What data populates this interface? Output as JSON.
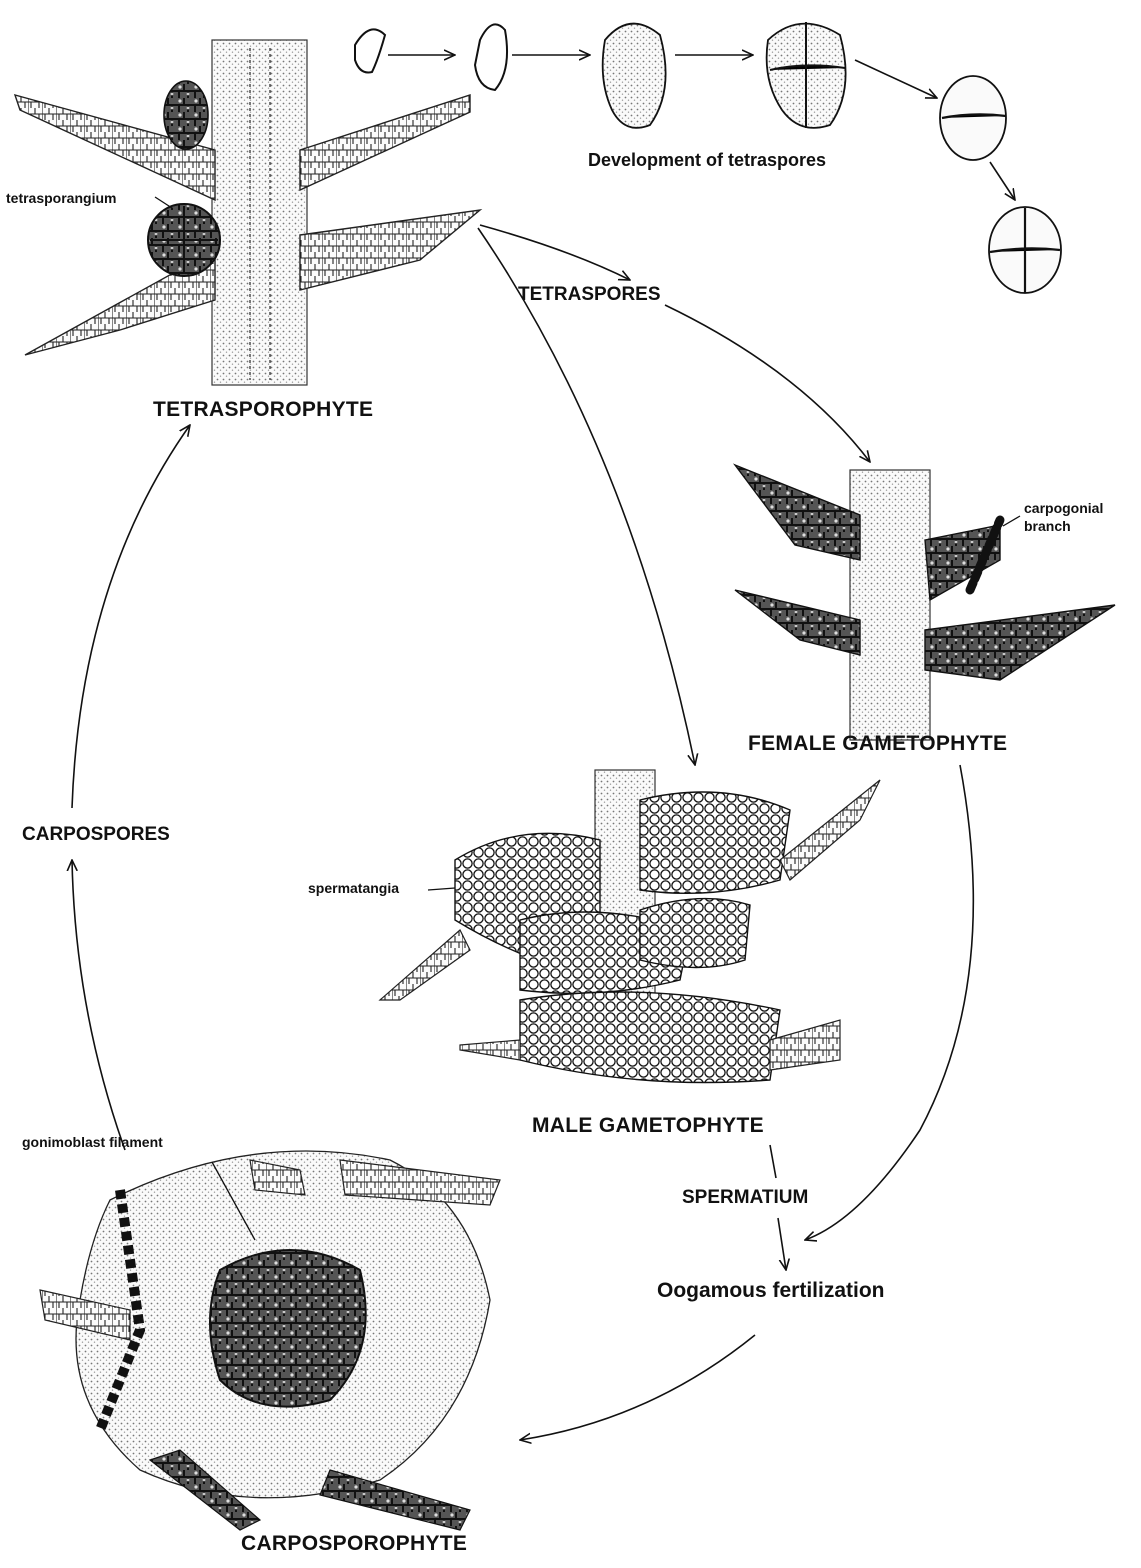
{
  "labels": {
    "tetrasporophyte": "TETRASPOROPHYTE",
    "female_gametophyte": "FEMALE GAMETOPHYTE",
    "male_gametophyte": "MALE GAMETOPHYTE",
    "carposporophyte": "CARPOSPOROPHYTE",
    "tetraspores": "TETRASPORES",
    "carpospores": "CARPOSPORES",
    "spermatium": "SPERMATIUM",
    "oogamous_fertilization": "Oogamous fertilization",
    "development_of_tetraspores": "Development of tetraspores",
    "tetrasporangium": "tetrasporangium",
    "carpogonial_branch_line1": "carpogonial",
    "carpogonial_branch_line2": "branch",
    "spermatangia": "spermatangia",
    "gonimoblast_filament": "gonimoblast filament"
  },
  "colors": {
    "ink": "#111111",
    "cell_fill": "#f2f2f2",
    "dark_fill": "#3a3a3a",
    "stipple": "#888888"
  }
}
